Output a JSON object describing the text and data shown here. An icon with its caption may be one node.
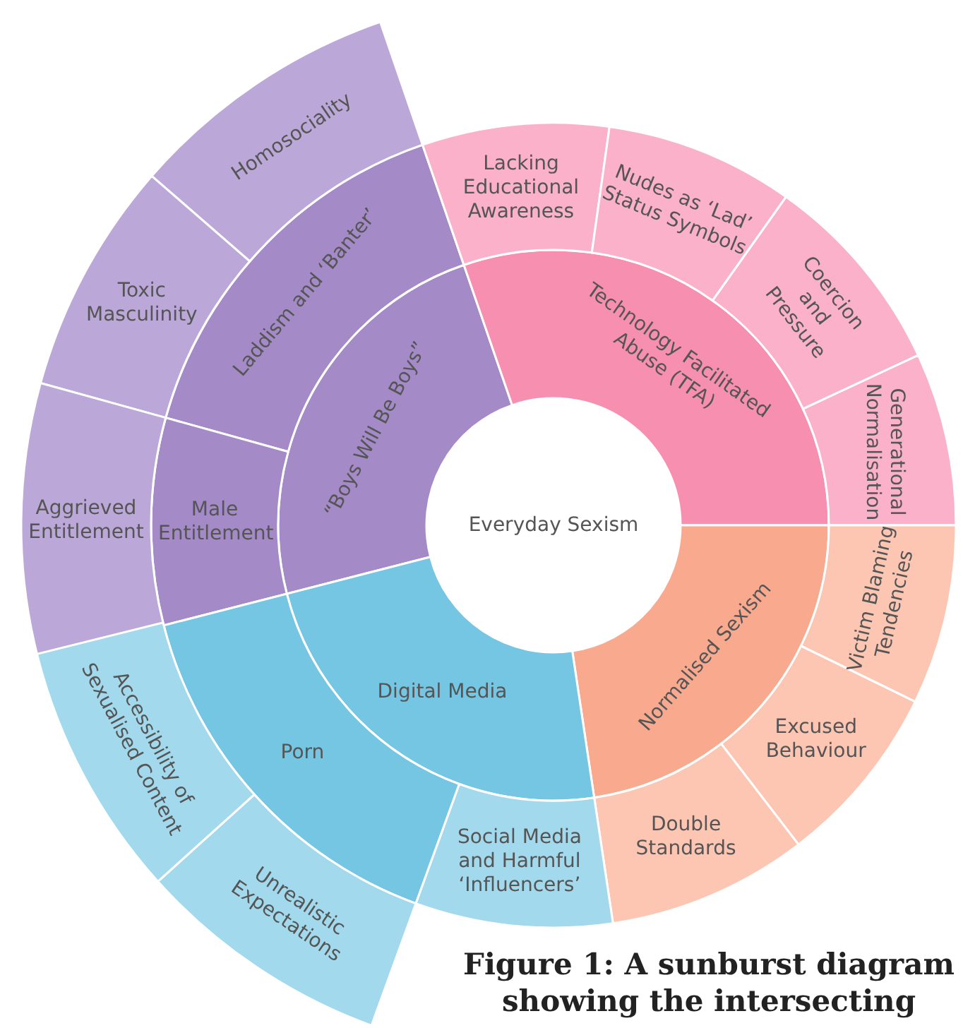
{
  "diagram": {
    "caption": "Figure 1: A sunburst diagram showing the intersecting",
    "nodes": [
      {
        "text": [
          "Everyday Sexism"
        ]
      },
      {
        "text": [
          "“Boys Will Be Boys”"
        ]
      },
      {
        "text": [
          "Laddism and ‘Banter’"
        ]
      },
      {
        "text": [
          "Male Entitlement"
        ]
      },
      {
        "text": [
          "Homosociality"
        ]
      },
      {
        "text": [
          "Toxic Masculinity"
        ]
      },
      {
        "text": [
          "Aggrieved Entitlement"
        ]
      },
      {
        "text": [
          "Technology Facilitated Abuse (TFA)"
        ]
      },
      {
        "text": [
          "Lacking Educational Awareness"
        ]
      },
      {
        "text": [
          "Nudes as ‘Lad’ Status Symbols"
        ]
      },
      {
        "text": [
          "Coercion and Pressure"
        ]
      },
      {
        "text": [
          "Generational Normalisation"
        ]
      },
      {
        "text": [
          "Normalised Sexism"
        ]
      },
      {
        "text": [
          "Victim Blaming Tendencies"
        ]
      },
      {
        "text": [
          "Excused Behaviour"
        ]
      },
      {
        "text": [
          "Double Standards"
        ]
      },
      {
        "text": [
          "Digital Media"
        ]
      },
      {
        "text": [
          "Porn"
        ]
      },
      {
        "text": [
          "Social Media and Harmful ‘Influencers’"
        ]
      },
      {
        "text": [
          "Accessibility of Sexualised Content"
        ]
      },
      {
        "text": [
          "Unrealistic Expectations"
        ]
      }
    ]
  }
}
